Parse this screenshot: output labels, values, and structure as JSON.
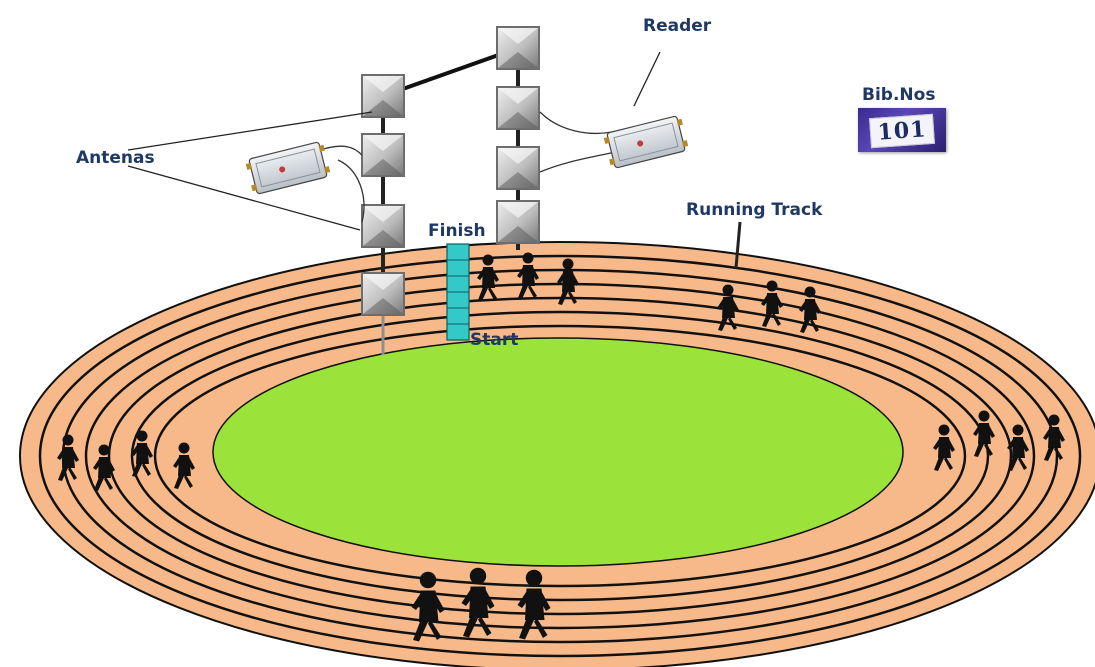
{
  "labels": {
    "reader": "Reader",
    "bib_nos": "Bib.Nos",
    "antennas": "Antenas",
    "running_track": "Running Track",
    "finish": "Finish",
    "start": "Start"
  },
  "bib": {
    "number": "101"
  },
  "colors": {
    "track": "#f7b98a",
    "field": "#9be33b",
    "lane_line": "#111111",
    "label_text": "#1f3864",
    "finish_gate": "#33c9c9",
    "antenna_panel": "#9e9e9e",
    "reader_device": "#d9dde2"
  },
  "icons": [
    "antenna-panel-icon",
    "rfid-reader-icon",
    "runner-silhouette-icon",
    "bib-number-card"
  ]
}
